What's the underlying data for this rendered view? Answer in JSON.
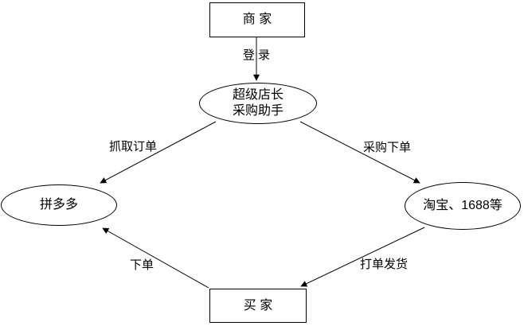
{
  "diagram": {
    "background_color": "#ffffff",
    "stroke_color": "#000000",
    "text_color": "#000000",
    "nodes": [
      {
        "id": "merchant",
        "shape": "rectangle",
        "label": "商 家"
      },
      {
        "id": "assistant",
        "shape": "ellipse",
        "label_line1": "超级店长",
        "label_line2": "采购助手"
      },
      {
        "id": "pinduoduo",
        "shape": "ellipse",
        "label": "拼多多"
      },
      {
        "id": "taobao",
        "shape": "ellipse",
        "label": "淘宝、1688等"
      },
      {
        "id": "buyer",
        "shape": "rectangle",
        "label": "买 家"
      }
    ],
    "edges": [
      {
        "from": "merchant",
        "to": "assistant",
        "label": "登 录"
      },
      {
        "from": "assistant",
        "to": "pinduoduo",
        "label": "抓取订单"
      },
      {
        "from": "assistant",
        "to": "taobao",
        "label": "采购下单"
      },
      {
        "from": "taobao",
        "to": "buyer",
        "label": "打单发货"
      },
      {
        "from": "buyer",
        "to": "pinduoduo",
        "label": "下单"
      }
    ]
  }
}
